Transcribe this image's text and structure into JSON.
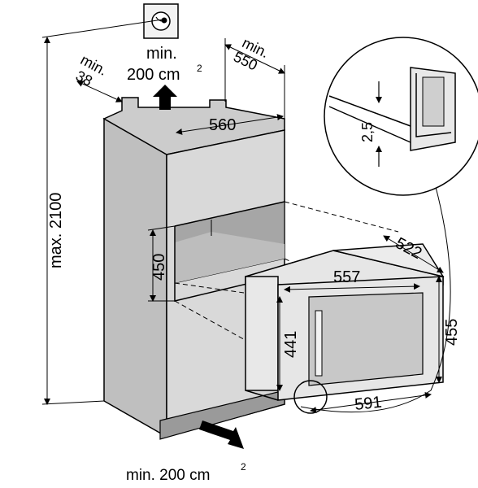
{
  "labels": {
    "max_height": "max. 2100",
    "min_38_a": "min.",
    "min_38_b": "38",
    "top_vent_a": "min.",
    "top_vent_b": "200 cm",
    "top_vent_sup": "2",
    "min_550_a": "min.",
    "min_550_b": "550",
    "width_560": "560",
    "niche_450": "450",
    "width_557": "557",
    "depth_522": "522",
    "height_441": "441",
    "height_455": "455",
    "width_591": "591",
    "gap_2_5": "2,5",
    "bottom_vent": "min. 200 cm",
    "bottom_vent_sup": "2"
  },
  "colors": {
    "cabinet_front": "#d9d9d9",
    "cabinet_side": "#bfbfbf",
    "cabinet_top": "#cccccc",
    "niche_back": "#a6a6a6",
    "niche_floor": "#bdbdbd",
    "appliance_frame": "#e6e6e6",
    "appliance_glass": "#c8c8c8",
    "line": "#000000"
  },
  "icons": {
    "ventilation_symbol": "fan-symbol-icon",
    "air_in_arrow": "arrow-up-icon",
    "air_out_arrow": "arrow-in-icon"
  }
}
